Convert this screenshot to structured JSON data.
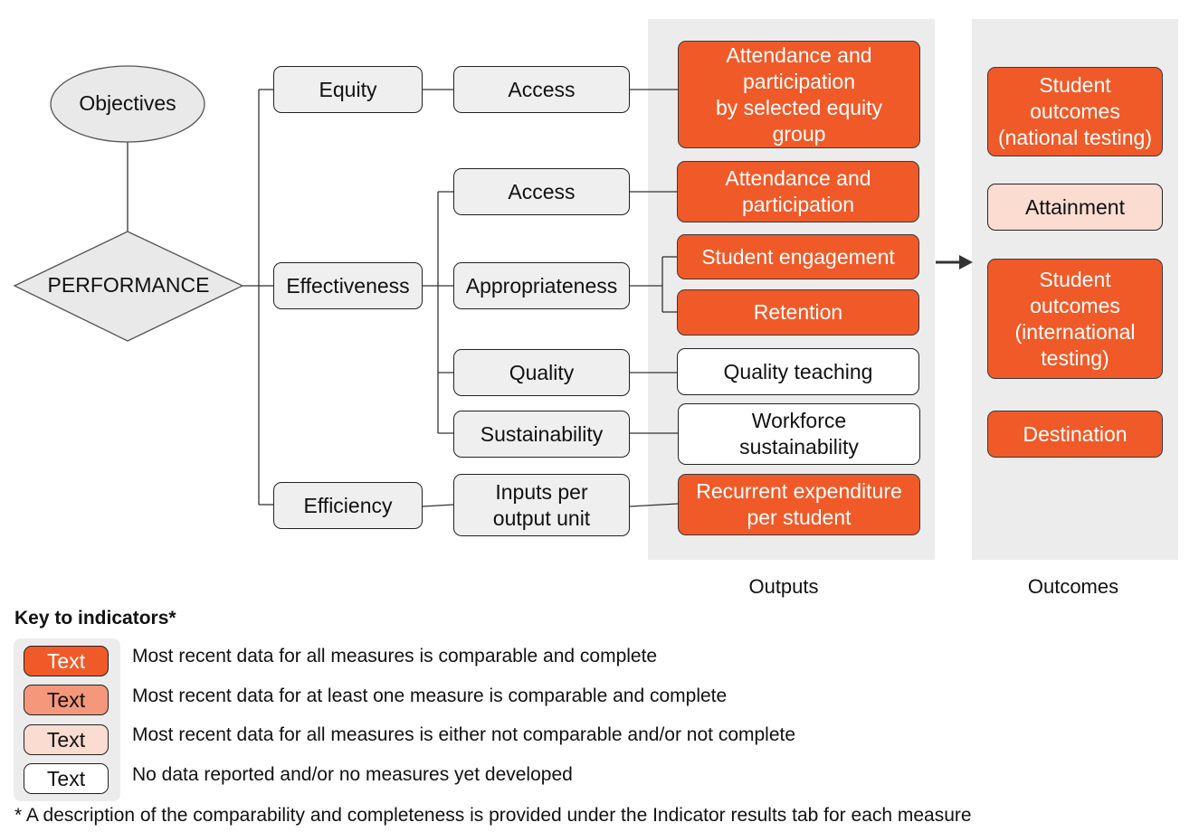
{
  "objectives": "Objectives",
  "performance": "PERFORMANCE",
  "level1": {
    "equity": "Equity",
    "effectiveness": "Effectiveness",
    "efficiency": "Efficiency"
  },
  "level2": {
    "equity_access": "Access",
    "access": "Access",
    "appropriateness": "Appropriateness",
    "quality": "Quality",
    "sustainability": "Sustainability",
    "inputs": "Inputs per\noutput unit"
  },
  "outputs": {
    "label": "Outputs",
    "items": [
      {
        "text": "Attendance and\nparticipation\nby selected equity\ngroup",
        "status": "comparable-complete"
      },
      {
        "text": "Attendance and\nparticipation",
        "status": "comparable-complete"
      },
      {
        "text": "Student engagement",
        "status": "comparable-complete"
      },
      {
        "text": "Retention",
        "status": "comparable-complete"
      },
      {
        "text": "Quality teaching",
        "status": "no-data"
      },
      {
        "text": "Workforce\nsustainability",
        "status": "no-data"
      },
      {
        "text": "Recurrent expenditure\nper student",
        "status": "comparable-complete"
      }
    ]
  },
  "outcomes": {
    "label": "Outcomes",
    "items": [
      {
        "text": "Student\noutcomes\n(national testing)",
        "status": "comparable-complete"
      },
      {
        "text": "Attainment",
        "status": "not-comparable-or-incomplete"
      },
      {
        "text": "Student\noutcomes\n(international\ntesting)",
        "status": "comparable-complete"
      },
      {
        "text": "Destination",
        "status": "comparable-complete"
      }
    ]
  },
  "key": {
    "title": "Key to indicators*",
    "items": [
      {
        "swatch": "Text",
        "color": "#f05a28",
        "description": "Most recent data for all measures is comparable and complete"
      },
      {
        "swatch": "Text",
        "color": "#f4977a",
        "description": "Most recent data for at least one measure is comparable and complete"
      },
      {
        "swatch": "Text",
        "color": "#fbdcd1",
        "description": "Most recent data for all measures is either not comparable and/or not complete"
      },
      {
        "swatch": "Text",
        "color": "#ffffff",
        "description": "No data reported and/or no measures yet developed"
      }
    ],
    "footnote": "* A description of the comparability and completeness is provided under the Indicator results tab for each measure"
  }
}
